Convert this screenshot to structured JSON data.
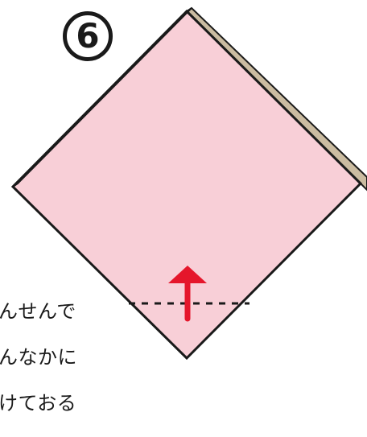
{
  "step": {
    "number": "6"
  },
  "instruction": {
    "lines": [
      "んせんで",
      "んなかに",
      "けておる"
    ]
  },
  "colors": {
    "paper_front": "#f8cfd7",
    "paper_back": "#cbbca1",
    "outline": "#1a1a1a",
    "arrow": "#e5162b",
    "fold_line": "#1a1a1a"
  },
  "icons": {
    "arrow": "up-arrow-icon",
    "fold": "dotted-fold-line"
  }
}
